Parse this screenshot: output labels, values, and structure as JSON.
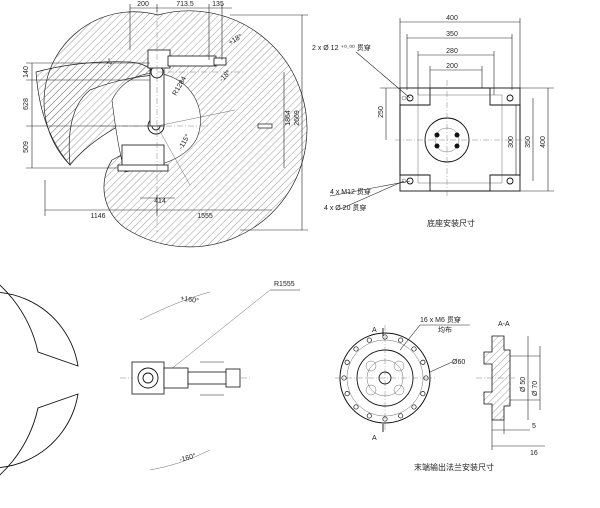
{
  "side_view": {
    "dims_top": [
      "200",
      "713.5",
      "135"
    ],
    "dims_left": [
      "140",
      "628",
      "509"
    ],
    "dims_right": [
      "1864",
      "2669"
    ],
    "dims_bottom": [
      "1146",
      "414",
      "1555"
    ],
    "angles": [
      "+18°",
      "-18°",
      "-1°",
      "-115°",
      "R1284"
    ]
  },
  "base_view": {
    "dims_top": [
      "400",
      "350",
      "280",
      "200"
    ],
    "dims_left": [
      "250"
    ],
    "dims_right": [
      "300",
      "350",
      "400"
    ],
    "hole_note_top": "2 x Ø 12 ⁺⁰·⁰⁰ 贯穿",
    "hole_note_1": "4 x  M12  贯穿",
    "hole_note_2": "4 x  Ø  20  贯穿",
    "caption": "底座安装尺寸"
  },
  "top_view": {
    "radius_label": "R1555",
    "angle_pos": "+160°",
    "angle_neg": "-160°"
  },
  "flange_view": {
    "holes_note": "16 x  M6  贯穿",
    "holes_note_2": "均布",
    "section_label": "A-A",
    "section_mark_top": "A",
    "section_mark_bottom": "A",
    "dia_60": "Ø60",
    "dia_50": "Ø 50",
    "dia_70": "Ø 70",
    "dim_5": "5",
    "dim_16": "16",
    "caption": "末端输出法兰安装尺寸"
  }
}
